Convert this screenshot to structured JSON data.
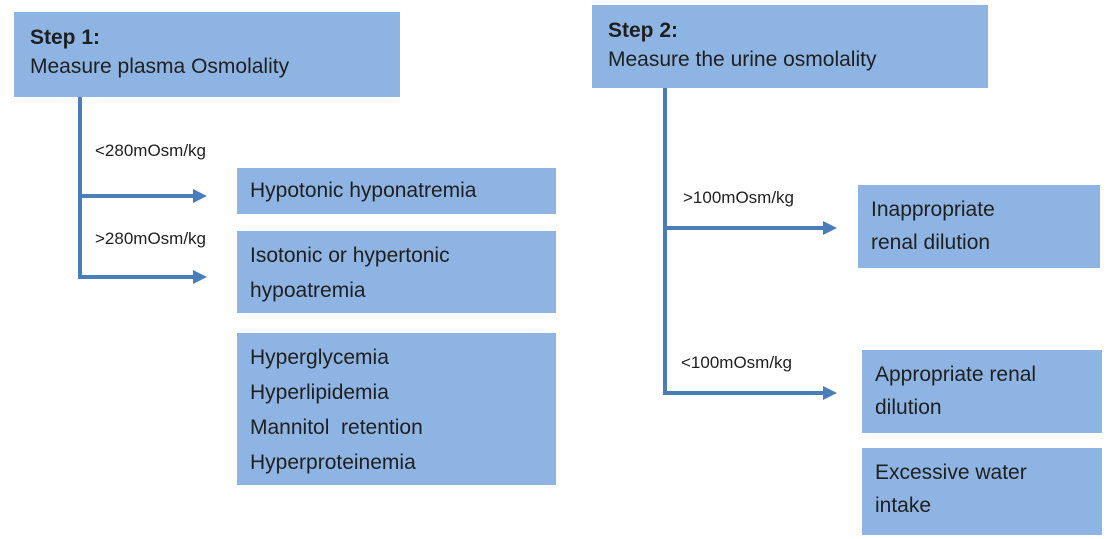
{
  "colors": {
    "box_fill": "#8EB4E3",
    "connector": "#4A7EBB",
    "text": "#1F1F1F",
    "background": "#FFFFFF"
  },
  "step1": {
    "title": "Step 1:",
    "subtitle": "Measure plasma Osmolality",
    "branches": [
      {
        "condition": "<280mOsm/kg",
        "result": "Hypotonic hyponatremia"
      },
      {
        "condition": ">280mOsm/kg",
        "result": "Isotonic or hypertonic\nhypoatremia"
      }
    ],
    "causes_box": "Hyperglycemia\nHyperlipidemia\nMannitol  retention\nHyperproteinemia"
  },
  "step2": {
    "title": "Step 2:",
    "subtitle": "Measure the urine osmolality",
    "branches": [
      {
        "condition": ">100mOsm/kg",
        "result": "Inappropriate\nrenal dilution"
      },
      {
        "condition": "<100mOsm/kg",
        "result": "Appropriate renal\ndilution"
      }
    ],
    "note_box": "Excessive water\nintake"
  }
}
